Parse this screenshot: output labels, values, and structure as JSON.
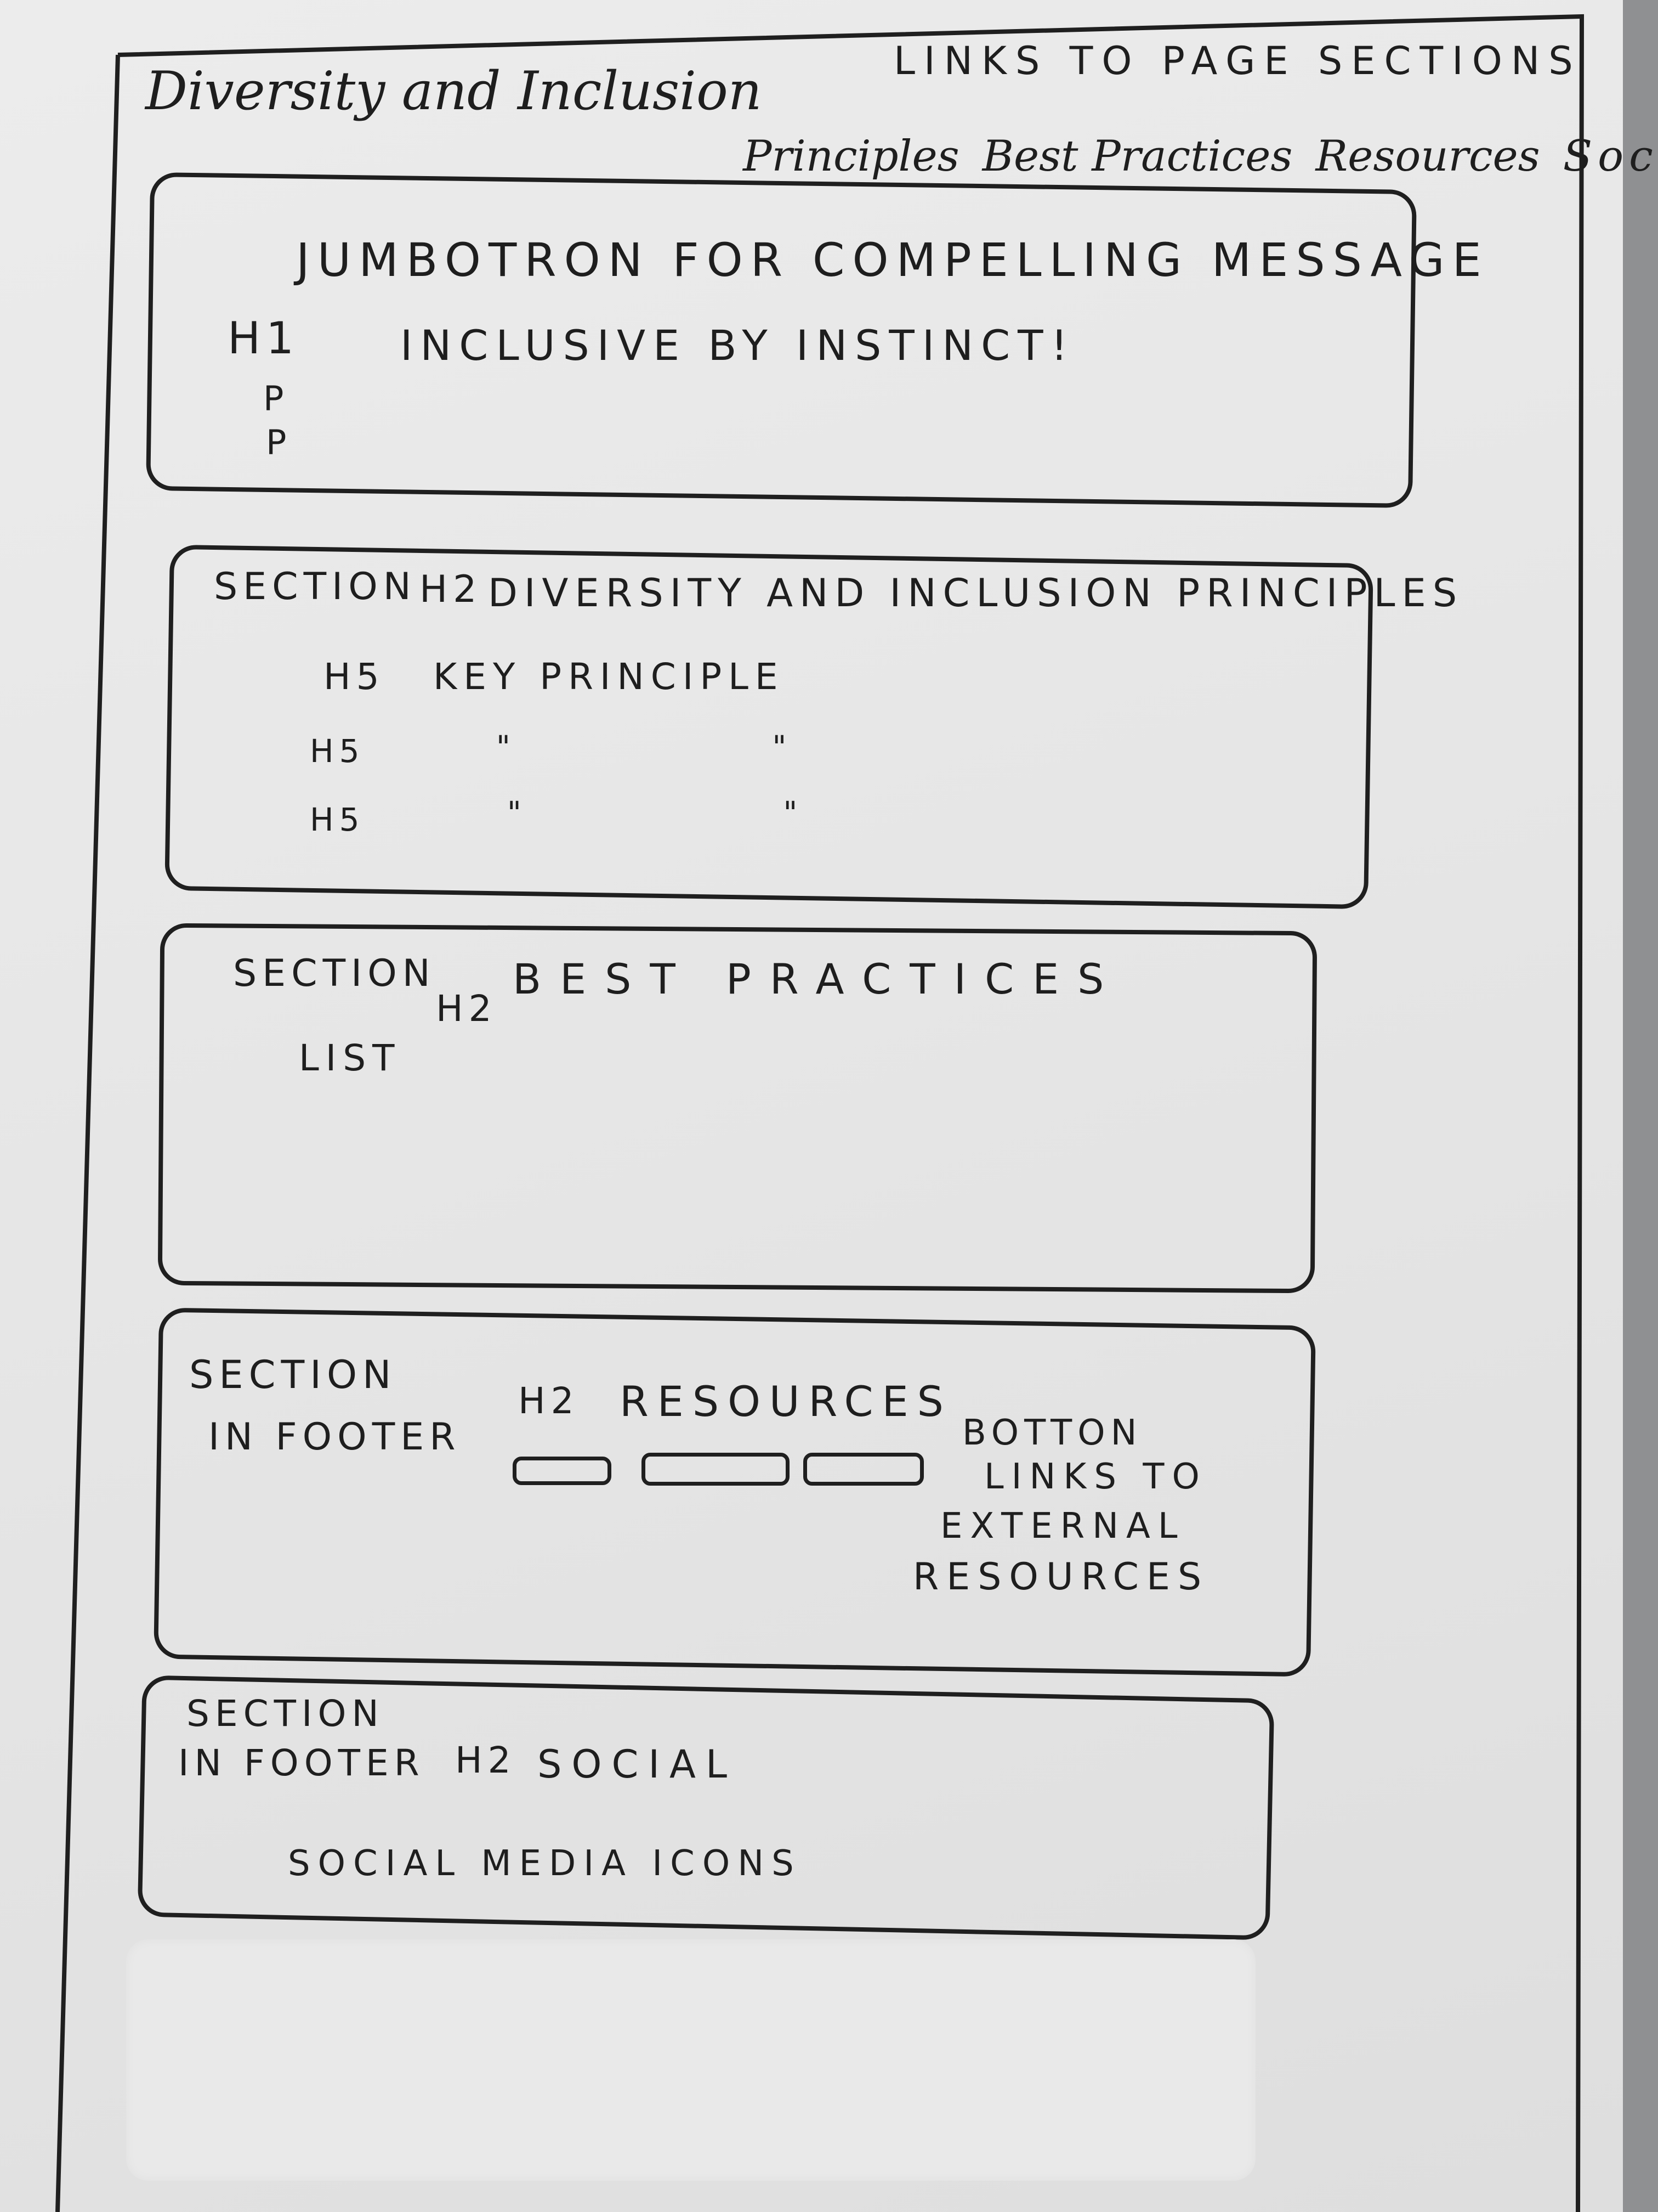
{
  "header": {
    "title": "Diversity and Inclusion",
    "links_note": "LINKS TO PAGE SECTIONS",
    "nav_links": [
      "Principles",
      "Best Practices",
      "Resources",
      "Social"
    ]
  },
  "jumbotron": {
    "caption": "JUMBOTRON FOR COMPELLING MESSAGE",
    "h1_label": "H1",
    "h1_text": "INCLUSIVE BY INSTINCT!",
    "p_labels": [
      "P",
      "P"
    ]
  },
  "principles": {
    "label": "SECTION",
    "heading_tag": "H2",
    "heading_text": "DIVERSITY AND INCLUSION PRINCIPLES",
    "rows": [
      {
        "tag": "H5",
        "text": "KEY PRINCIPLE"
      },
      {
        "tag": "H5",
        "text": "\"  \""
      },
      {
        "tag": "H5",
        "text": "\"  \""
      }
    ]
  },
  "best_practices": {
    "label": "SECTION",
    "heading_tag": "H2",
    "heading_text": "BEST PRACTICES",
    "content": "LIST"
  },
  "resources": {
    "label_line1": "SECTION",
    "label_line2": "IN FOOTER",
    "heading_tag": "H2",
    "heading_text": "RESOURCES",
    "note_lines": [
      "BOTTON",
      "LINKS TO",
      "EXTERNAL",
      "RESOURCES"
    ]
  },
  "social": {
    "label_line1": "SECTION",
    "label_line2": "IN FOOTER",
    "heading_tag": "H2",
    "heading_text": "SOCIAL",
    "content": "SOCIAL MEDIA ICONS"
  }
}
